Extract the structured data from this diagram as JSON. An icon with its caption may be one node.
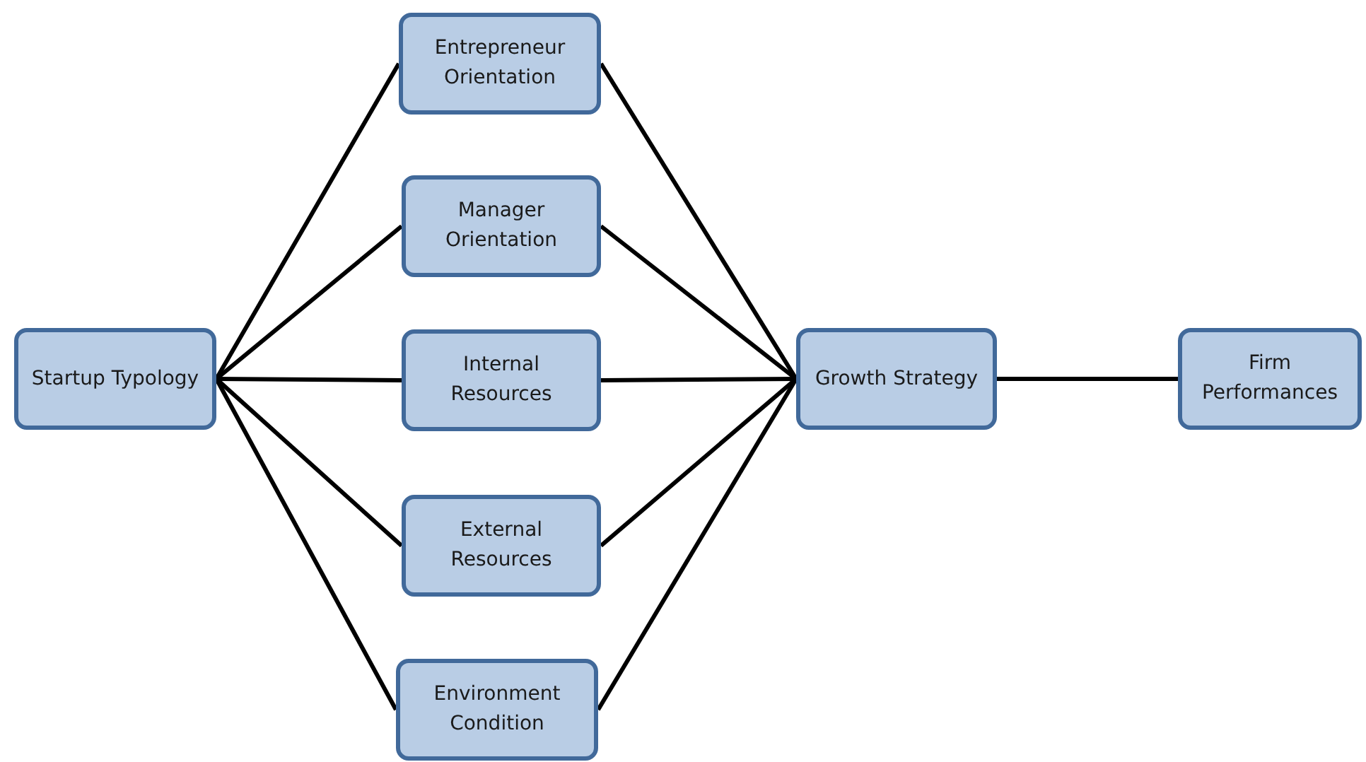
{
  "diagram": {
    "nodes": [
      {
        "text": [
          "Startup Typology"
        ]
      },
      {
        "text": [
          "Entrepreneur Orientation"
        ]
      },
      {
        "text": [
          "Manager Orientation"
        ]
      },
      {
        "text": [
          "Internal Resources"
        ]
      },
      {
        "text": [
          "External Resources"
        ]
      },
      {
        "text": [
          "Environment Condition"
        ]
      },
      {
        "text": [
          "Growth Strategy"
        ]
      },
      {
        "text": [
          "Firm Performances"
        ]
      }
    ],
    "edges": [
      {
        "from": 0,
        "to": 1,
        "arrow": "none"
      },
      {
        "from": 0,
        "to": 2,
        "arrow": "none"
      },
      {
        "from": 0,
        "to": 3,
        "arrow": "none"
      },
      {
        "from": 0,
        "to": 4,
        "arrow": "none"
      },
      {
        "from": 0,
        "to": 5,
        "arrow": "none"
      },
      {
        "from": 1,
        "to": 6,
        "arrow": "none"
      },
      {
        "from": 2,
        "to": 6,
        "arrow": "none"
      },
      {
        "from": 3,
        "to": 6,
        "arrow": "none"
      },
      {
        "from": 4,
        "to": 6,
        "arrow": "none"
      },
      {
        "from": 5,
        "to": 6,
        "arrow": "none"
      },
      {
        "from": 6,
        "to": 7,
        "arrow": "none"
      }
    ]
  }
}
